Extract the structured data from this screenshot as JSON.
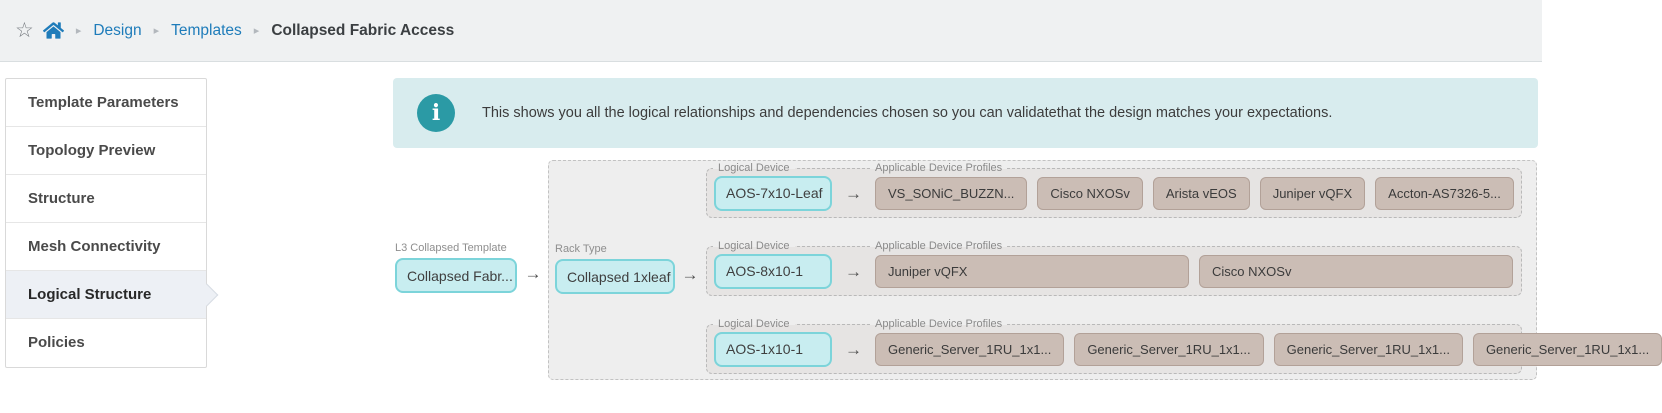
{
  "topbar": {
    "breadcrumb": {
      "separator": "▸",
      "links": [
        {
          "label": "Design"
        },
        {
          "label": "Templates"
        }
      ],
      "current": "Collapsed Fabric Access"
    }
  },
  "sidebar": {
    "items": [
      {
        "label": "Template Parameters",
        "selected": false
      },
      {
        "label": "Topology Preview",
        "selected": false
      },
      {
        "label": "Structure",
        "selected": false
      },
      {
        "label": "Mesh Connectivity",
        "selected": false
      },
      {
        "label": "Logical Structure",
        "selected": true
      },
      {
        "label": "Policies",
        "selected": false
      }
    ]
  },
  "banner": {
    "icon": "info-icon",
    "icon_glyph": "i",
    "text": "This shows you all the logical relationships and dependencies chosen so you can validatethat the design matches your expectations."
  },
  "diagram": {
    "arrow": "→",
    "template": {
      "label": "L3 Collapsed Template",
      "value": "Collapsed Fabr..."
    },
    "rack_type": {
      "label": "Rack Type",
      "value": "Collapsed 1xleaf"
    },
    "rows": [
      {
        "logical_device_label": "Logical Device",
        "profiles_label": "Applicable Device Profiles",
        "logical_device": "AOS-7x10-Leaf",
        "profiles": [
          "VS_SONiC_BUZZN...",
          "Cisco NXOSv",
          "Arista vEOS",
          "Juniper vQFX",
          "Accton-AS7326-5..."
        ]
      },
      {
        "logical_device_label": "Logical Device",
        "profiles_label": "Applicable Device Profiles",
        "logical_device": "AOS-8x10-1",
        "profiles": [
          "Juniper vQFX",
          "Cisco NXOSv"
        ]
      },
      {
        "logical_device_label": "Logical Device",
        "profiles_label": "Applicable Device Profiles",
        "logical_device": "AOS-1x10-1",
        "profiles": [
          "Generic_Server_1RU_1x1...",
          "Generic_Server_1RU_1x1...",
          "Generic_Server_1RU_1x1...",
          "Generic_Server_1RU_1x1..."
        ]
      }
    ]
  },
  "colors": {
    "link_blue": "#1e7cba",
    "topbar_bg": "#eff1f2",
    "banner_bg": "#d8ecee",
    "banner_icon": "#2b9aa5",
    "teal_box_bg": "#c8edf0",
    "teal_box_border": "#7cd4da",
    "profile_box_bg": "#cbbdb5",
    "profile_box_border": "#b2a198",
    "selected_item_bg": "#edf0f5",
    "container_bg": "#eeeeee",
    "row_bg": "#e6e4e3"
  }
}
